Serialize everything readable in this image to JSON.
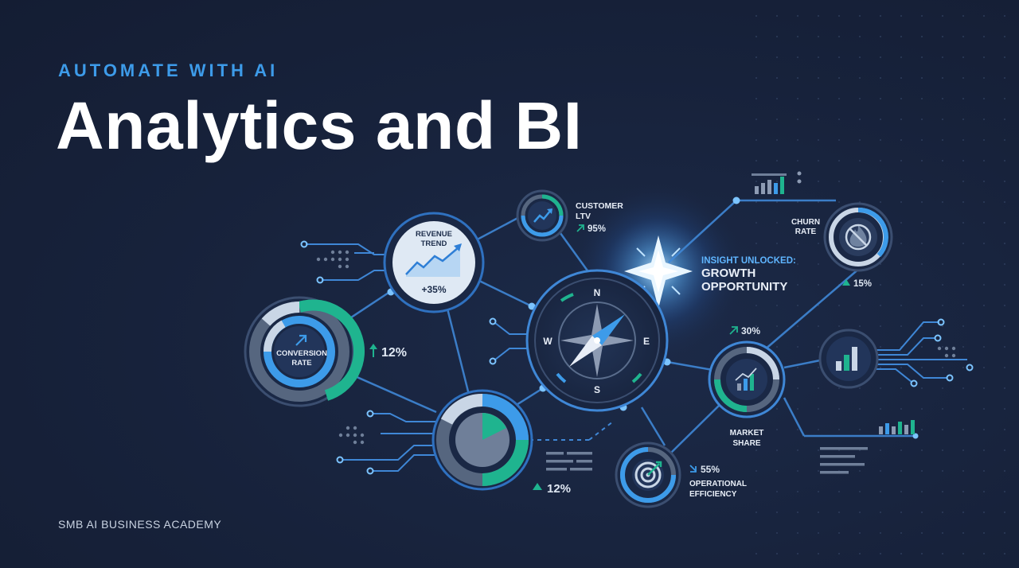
{
  "eyebrow": "AUTOMATE WITH AI",
  "title": "Analytics and BI",
  "footer": "SMB AI BUSINESS ACADEMY",
  "nodes": {
    "revenue_trend": {
      "label_line1": "REVENUE",
      "label_line2": "TREND",
      "value": "+35%"
    },
    "customer_ltv": {
      "label_line1": "CUSTOMER",
      "label_line2": "LTV",
      "value": "95%"
    },
    "insight": {
      "kicker": "INSIGHT UNLOCKED:",
      "line1": "GROWTH",
      "line2": "OPPORTUNITY"
    },
    "churn_rate": {
      "label_line1": "CHURN",
      "label_line2": "RATE",
      "value": "15%"
    },
    "conversion_rate": {
      "label_line1": "CONVERSION",
      "label_line2": "RATE",
      "value": "12%"
    },
    "compass": {
      "north": "N",
      "south": "S",
      "east": "E",
      "west": "W"
    },
    "pie_chart": {
      "value": "12%"
    },
    "market_share": {
      "label_line1": "MARKET",
      "label_line2": "SHARE",
      "value": "30%"
    },
    "operational_efficiency": {
      "label_line1": "OPERATIONAL",
      "label_line2": "EFFICIENCY",
      "value": "55%"
    }
  },
  "icons": {
    "trend": "line-chart-icon",
    "ltv": "trend-arrow-icon",
    "churn": "no-fire-icon",
    "conversion": "arrow-up-right-icon",
    "compass": "compass-icon",
    "market": "bar-chart-icon",
    "efficiency": "target-icon",
    "insight": "sparkle-icon"
  },
  "colors": {
    "background": "#16213a",
    "accent_blue": "#3d9be9",
    "accent_teal": "#1fb48f",
    "ring": "#3a6fb0",
    "text": "#ffffff",
    "muted": "#8d9bb3"
  }
}
